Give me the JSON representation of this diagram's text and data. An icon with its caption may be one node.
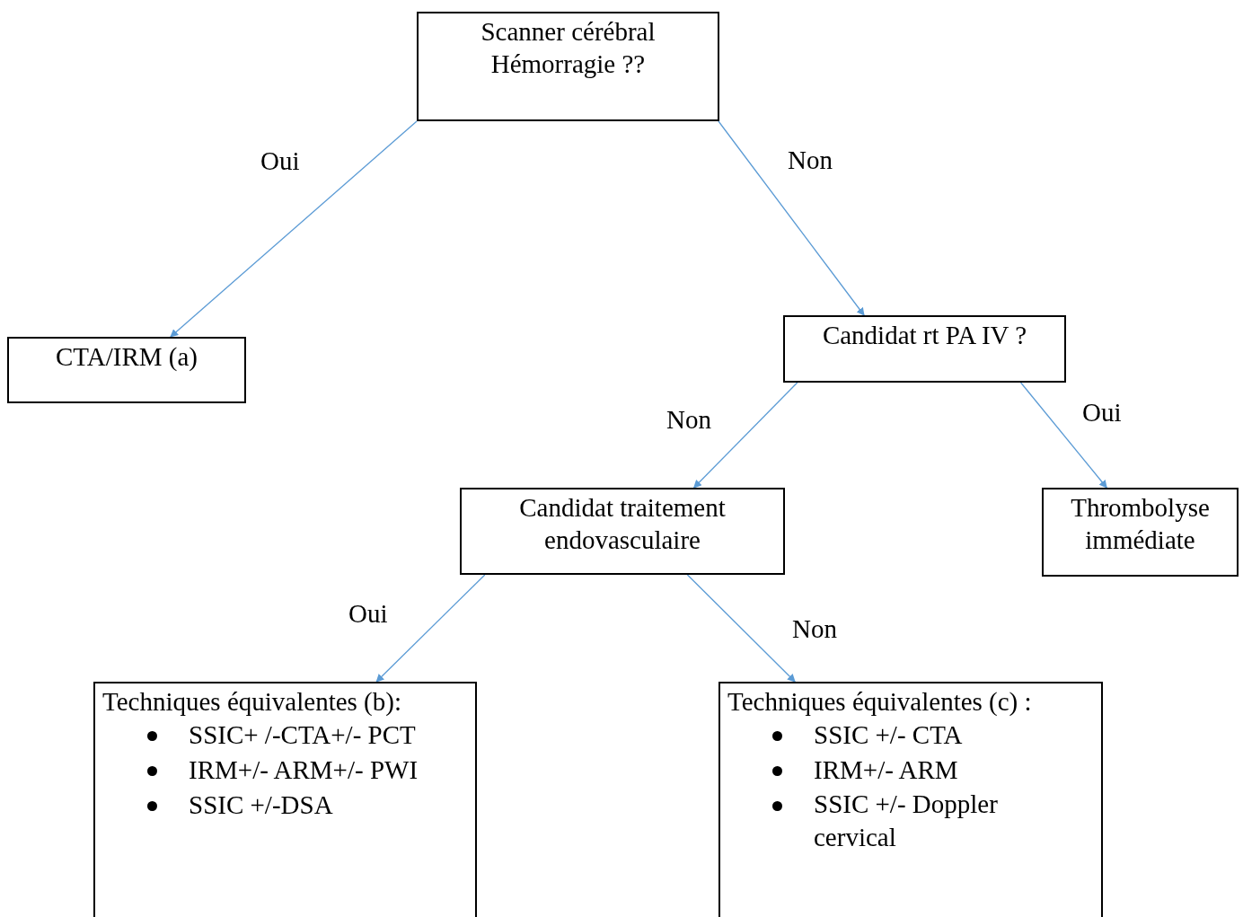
{
  "diagram": {
    "nodes": [
      {
        "text": [
          "Scanner cérébral Hémorragie ??"
        ]
      },
      {
        "text": [
          "CTA/IRM  (a)"
        ]
      },
      {
        "text": [
          "Candidat rt PA IV ?"
        ]
      },
      {
        "text": [
          "Candidat traitement endovasculaire"
        ]
      },
      {
        "text": [
          "Thrombolyse immédiate"
        ]
      },
      {
        "text": [
          "Techniques équivalentes (b):",
          "SSIC+ /-CTA+/- PCT",
          "IRM+/- ARM+/- PWI",
          "SSIC +/-DSA"
        ]
      },
      {
        "text": [
          "Techniques équivalentes (c) :",
          "SSIC +/- CTA",
          "IRM+/- ARM",
          "SSIC +/- Doppler cervical"
        ]
      }
    ],
    "edges": [
      {
        "from": 0,
        "to": 1,
        "arrow": "to",
        "label": "Oui"
      },
      {
        "from": 0,
        "to": 2,
        "arrow": "to",
        "label": "Non"
      },
      {
        "from": 2,
        "to": 3,
        "arrow": "to",
        "label": "Non"
      },
      {
        "from": 2,
        "to": 4,
        "arrow": "to",
        "label": "Oui"
      },
      {
        "from": 3,
        "to": 5,
        "arrow": "to",
        "label": "Oui"
      },
      {
        "from": 3,
        "to": 6,
        "arrow": "to",
        "label": "Non"
      }
    ]
  }
}
